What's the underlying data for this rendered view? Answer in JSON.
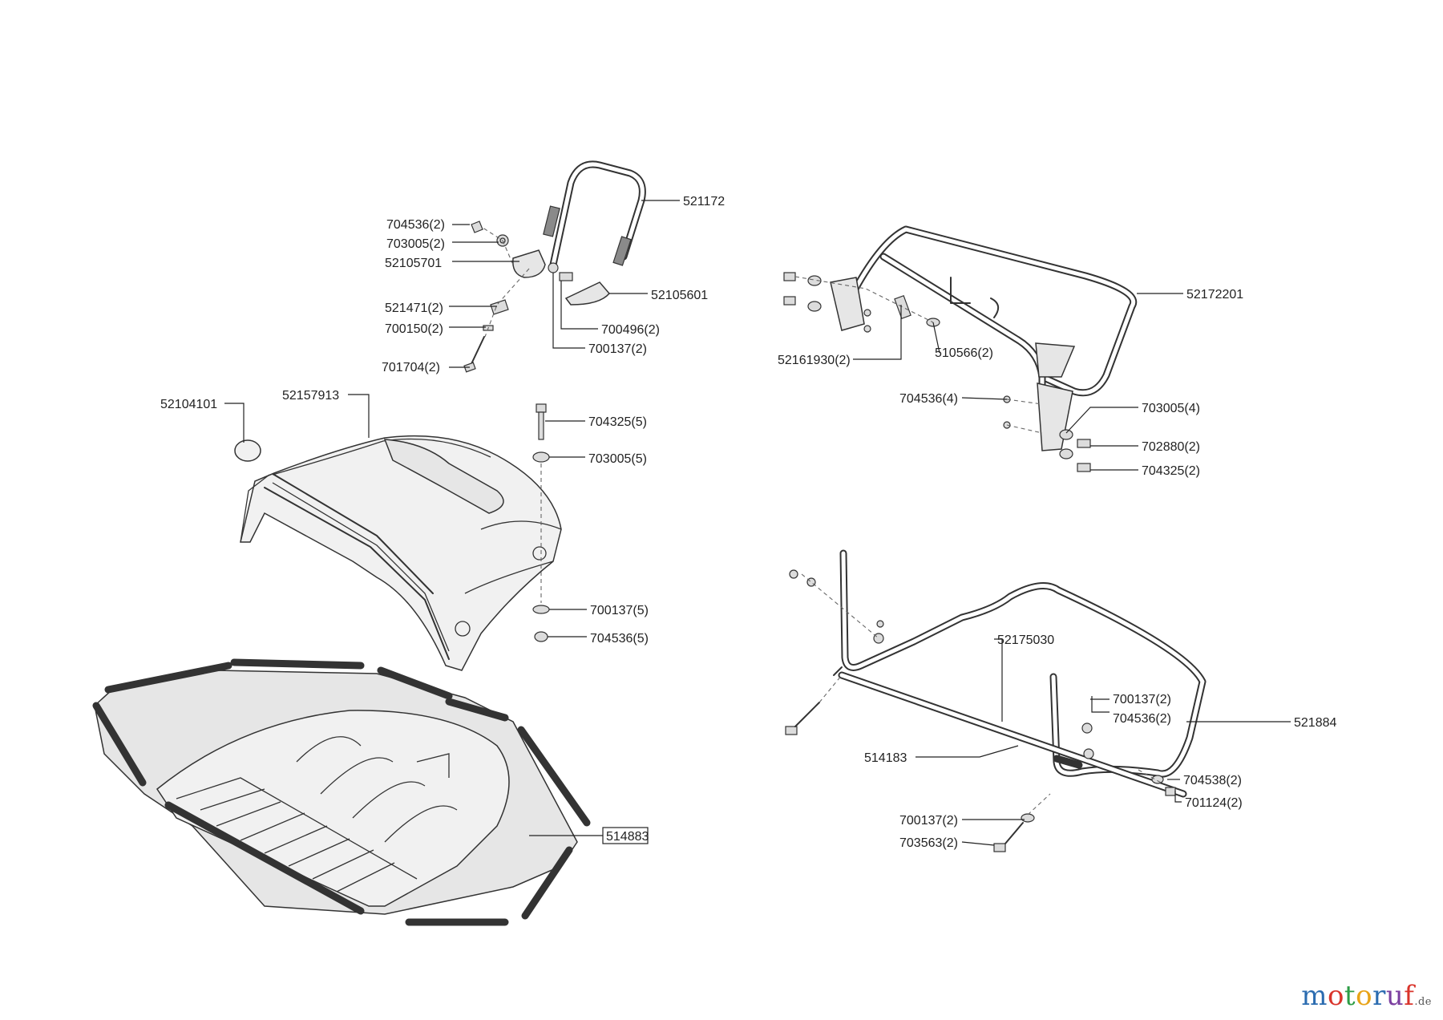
{
  "labels": [
    {
      "text": "521172"
    },
    {
      "text": "704536(2)"
    },
    {
      "text": "703005(2)"
    },
    {
      "text": "52105701"
    },
    {
      "text": "52105601"
    },
    {
      "text": "521471(2)"
    },
    {
      "text": "700150(2)"
    },
    {
      "text": "700496(2)"
    },
    {
      "text": "700137(2)"
    },
    {
      "text": "701704(2)"
    },
    {
      "text": "52104101"
    },
    {
      "text": "52157913"
    },
    {
      "text": "704325(5)"
    },
    {
      "text": "703005(5)"
    },
    {
      "text": "700137(5)"
    },
    {
      "text": "704536(5)"
    },
    {
      "text": "514883"
    },
    {
      "text": "52172201"
    },
    {
      "text": "52161930(2)"
    },
    {
      "text": "510566(2)"
    },
    {
      "text": "704536(4)"
    },
    {
      "text": "703005(4)"
    },
    {
      "text": "702880(2)"
    },
    {
      "text": "704325(2)"
    },
    {
      "text": "52175030"
    },
    {
      "text": "521884"
    },
    {
      "text": "700137(2)"
    },
    {
      "text": "704536(2)"
    },
    {
      "text": "514183"
    },
    {
      "text": "704538(2)"
    },
    {
      "text": "701124(2)"
    },
    {
      "text": "700137(2)"
    },
    {
      "text": "703563(2)"
    }
  ],
  "brand": {
    "letters": [
      {
        "ch": "m",
        "color": "#2b6cb0"
      },
      {
        "ch": "o",
        "color": "#d9342b"
      },
      {
        "ch": "t",
        "color": "#2e9d46"
      },
      {
        "ch": "o",
        "color": "#e8a317"
      },
      {
        "ch": "r",
        "color": "#2b6cb0"
      },
      {
        "ch": "u",
        "color": "#7b3fa0"
      },
      {
        "ch": "f",
        "color": "#d9342b"
      }
    ],
    "suffix": ".de"
  }
}
